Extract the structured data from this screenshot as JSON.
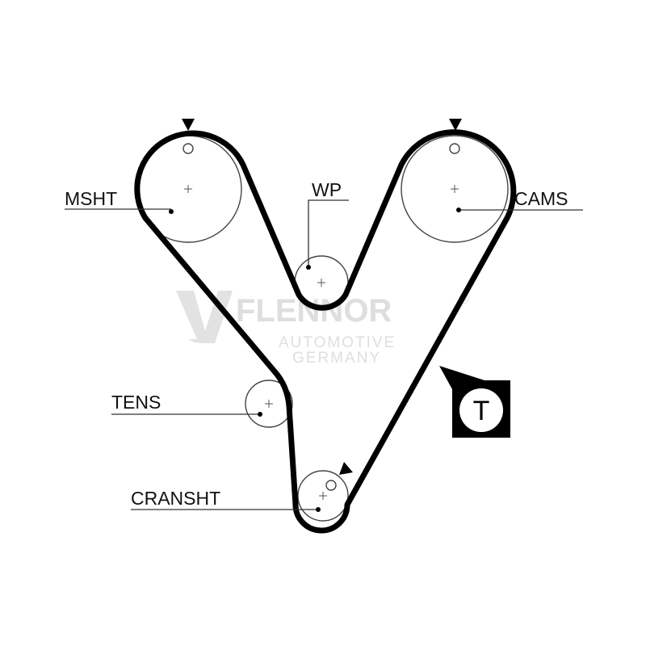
{
  "labels": {
    "camshaft_left": "MSHT",
    "water_pump": "WP",
    "camshaft_right": "CAMS",
    "tensioner": "TENS",
    "crankshaft": "CRANSHT"
  },
  "tension_badge": "T",
  "watermark": {
    "brand": "FLENNOR",
    "registered": "®",
    "line1": "AUTOMOTIVE",
    "line2": "GERMANY"
  },
  "colors": {
    "belt": "#000000",
    "pulley_outline": "#444444",
    "watermark": "#dedede"
  }
}
